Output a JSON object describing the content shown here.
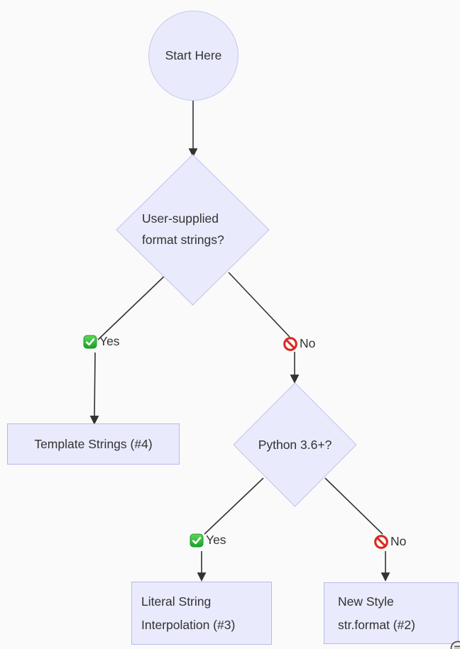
{
  "flowchart": {
    "start": "Start Here",
    "decision_user_supplied": {
      "line1": "User-supplied",
      "line2": "format strings?"
    },
    "decision_python36": {
      "label": "Python 3.6+?"
    },
    "outcome_template_strings": {
      "label": "Template Strings (#4)"
    },
    "outcome_literal_interpolation": {
      "line1": "Literal String",
      "line2": "Interpolation (#3)"
    },
    "outcome_new_style_format": {
      "line1": "New Style",
      "line2": "str.format (#2)"
    },
    "edge_labels": {
      "yes1": "Yes",
      "no1": "No",
      "yes2": "Yes",
      "no2": "No"
    },
    "icons": {
      "yes": "check-mark-button",
      "no": "prohibited-sign"
    },
    "colors": {
      "background": "#fafafa",
      "node_fill": "#e9eafb",
      "node_border": "#c0c2f0",
      "edge": "#333333",
      "text": "#333333",
      "yes_green": "#1da12c",
      "no_red": "#da291f"
    }
  }
}
